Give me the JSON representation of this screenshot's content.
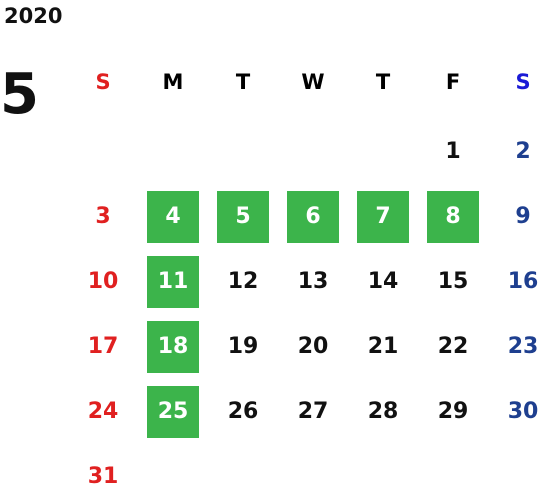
{
  "calendar": {
    "year": "2020",
    "month": "5",
    "weekdays": [
      "S",
      "M",
      "T",
      "W",
      "T",
      "F",
      "S"
    ],
    "weeks": [
      [
        "",
        "",
        "",
        "",
        "",
        "1",
        "2"
      ],
      [
        "3",
        "4",
        "5",
        "6",
        "7",
        "8",
        "9"
      ],
      [
        "10",
        "11",
        "12",
        "13",
        "14",
        "15",
        "16"
      ],
      [
        "17",
        "18",
        "19",
        "20",
        "21",
        "22",
        "23"
      ],
      [
        "24",
        "25",
        "26",
        "27",
        "28",
        "29",
        "30"
      ],
      [
        "31",
        "",
        "",
        "",
        "",
        "",
        ""
      ]
    ],
    "highlighted_days": [
      "4",
      "5",
      "6",
      "7",
      "8",
      "11",
      "18",
      "25"
    ]
  },
  "colors": {
    "sunday": "#e02020",
    "saturday_header": "#1a1ad6",
    "saturday_date": "#1e3f8f",
    "weekday": "#111111",
    "highlight": "#3cb44b",
    "highlight_text": "#ffffff"
  }
}
